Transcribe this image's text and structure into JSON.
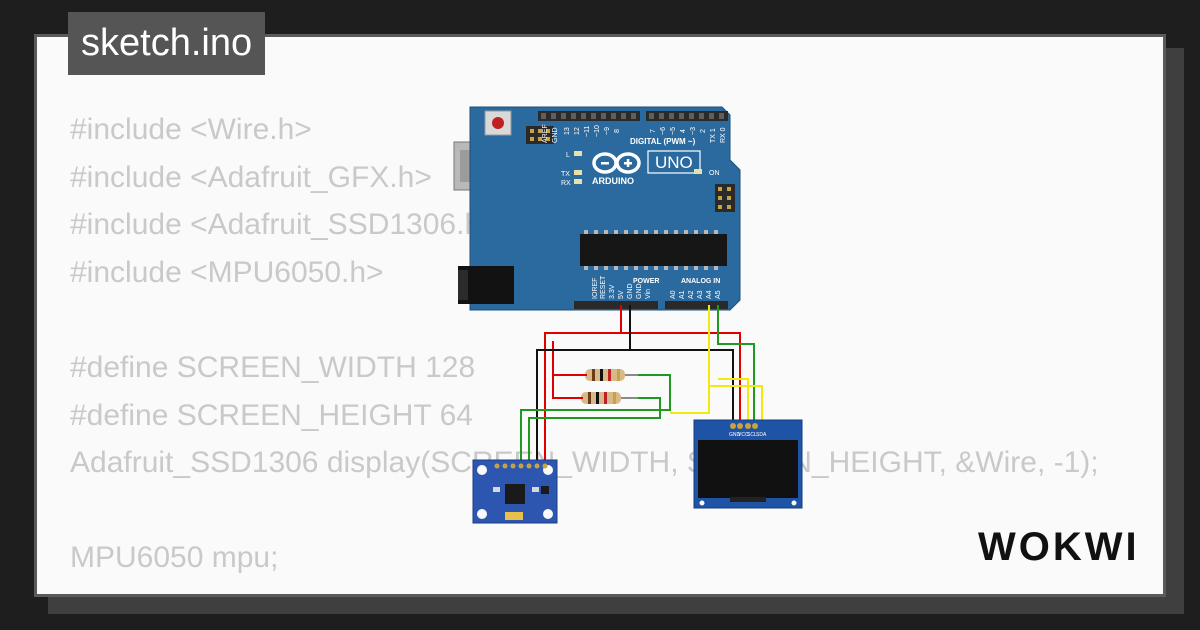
{
  "title": "sketch.ino",
  "code_lines": [
    "#include <Wire.h>",
    "#include <Adafruit_GFX.h>",
    "#include <Adafruit_SSD1306.h>",
    "#include <MPU6050.h>",
    "",
    "#define SCREEN_WIDTH 128",
    "#define SCREEN_HEIGHT 64",
    "Adafruit_SSD1306 display(SCREEN_WIDTH, SCREEN_HEIGHT, &Wire, -1);",
    "",
    "MPU6050 mpu;"
  ],
  "brand_logo": "WOKWI",
  "arduino": {
    "brand": "ARDUINO",
    "model": "UNO",
    "digital_label": "DIGITAL (PWM ~)",
    "power_label": "POWER",
    "analog_label": "ANALOG IN",
    "on_label": "ON",
    "l_label": "L",
    "tx_label": "TX",
    "rx_label": "RX",
    "digital_pins": [
      "AREF",
      "GND",
      "13",
      "12",
      "~11",
      "~10",
      "~9",
      "8",
      "7",
      "~6",
      "~5",
      "4",
      "~3",
      "2",
      "TX 1",
      "RX 0"
    ],
    "power_pins": [
      "IOREF",
      "RESET",
      "3.3V",
      "5V",
      "GND",
      "GND",
      "Vin"
    ],
    "analog_pins": [
      "A0",
      "A1",
      "A2",
      "A3",
      "A4",
      "A5"
    ]
  },
  "oled": {
    "pins": [
      "GND",
      "VCC",
      "SCL",
      "SDA"
    ]
  },
  "colors": {
    "board_blue": "#2b6a9e",
    "wire_red": "#e00000",
    "wire_black": "#111111",
    "wire_green": "#1f9a1f",
    "wire_yellow": "#f2ea0c",
    "code_text": "#c9c9c9",
    "title_bg": "#555555"
  }
}
